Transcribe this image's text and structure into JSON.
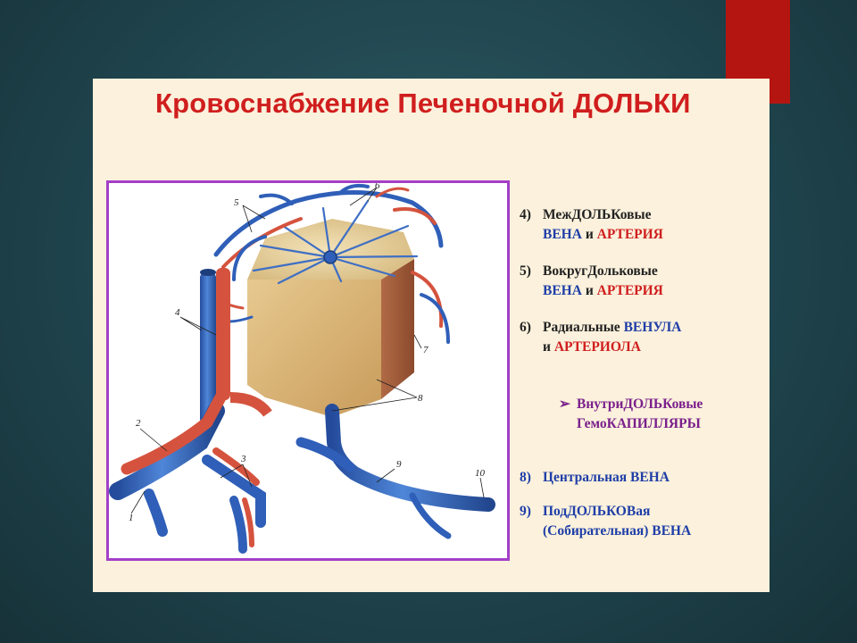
{
  "slide": {
    "title": "Кровоснабжение Печеночной ДОЛЬКИ"
  },
  "figure_labels": [
    "1",
    "2",
    "3",
    "4",
    "5",
    "6",
    "7",
    "8",
    "9",
    "10"
  ],
  "callouts": {
    "item4": {
      "num": "4)",
      "line1": "МежДОЛЬКовые",
      "vena": "ВЕНА",
      "conj": " и ",
      "arteria": "АРТЕРИЯ"
    },
    "item5": {
      "num": "5)",
      "line1": "ВокругДольковые",
      "vena": "ВЕНА",
      "conj": " и ",
      "arteria": "АРТЕРИЯ"
    },
    "item6": {
      "num": "6)",
      "line1": "Радиальные ",
      "venula": "ВЕНУЛА",
      "conj": "и ",
      "arteriola": "АРТЕРИОЛА"
    },
    "item7": {
      "bullet": "➢",
      "line1": "ВнутриДОЛЬКовые",
      "line2": "ГемоКАПИЛЛЯРЫ"
    },
    "item8": {
      "num": "8)",
      "text": "Центральная ВЕНА"
    },
    "item9": {
      "num": "9)",
      "line1": "ПодДОЛЬКОВая",
      "line2": "(Собирательная) ВЕНА"
    }
  },
  "colors": {
    "vein": "#2f5fb8",
    "artery": "#d5533e",
    "lobule": "#d9b67a",
    "frame": "#a43fc9",
    "title": "#d01e1e"
  }
}
